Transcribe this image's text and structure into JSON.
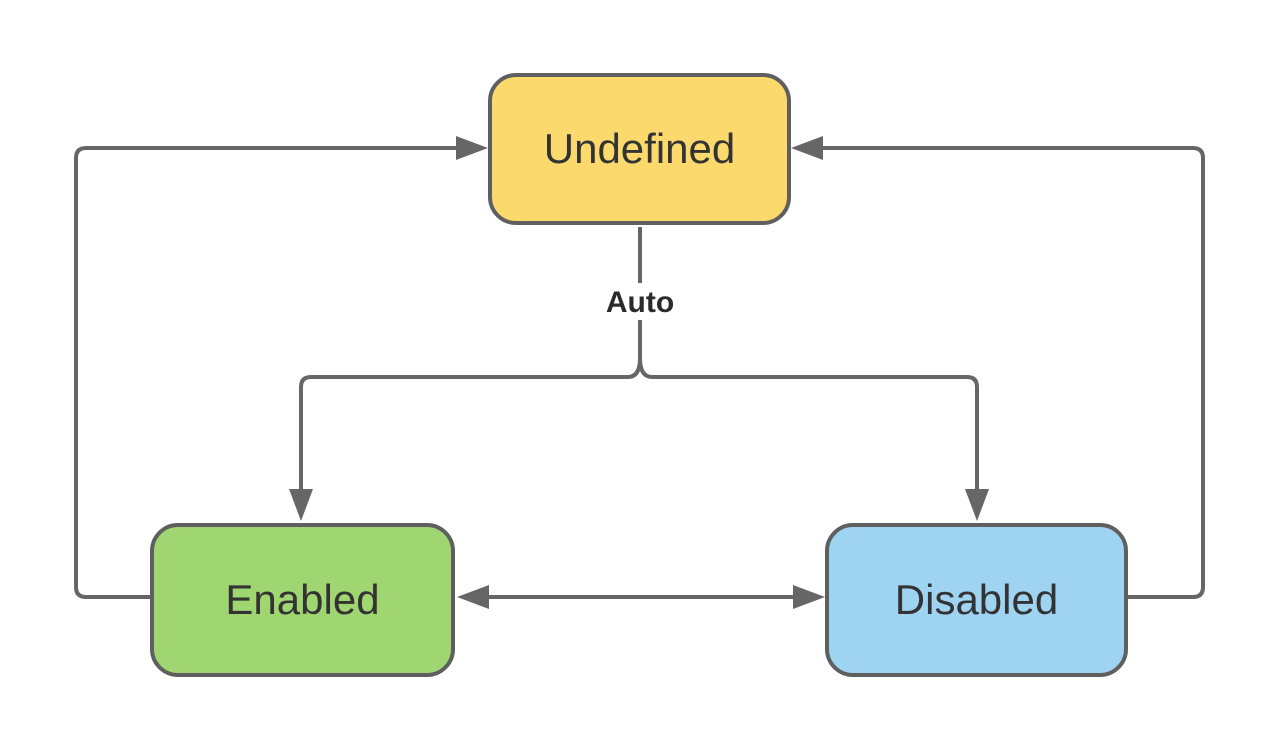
{
  "diagram": {
    "type": "state-diagram",
    "branch_label": "Auto",
    "nodes": [
      {
        "id": "undefined",
        "label": "Undefined",
        "fill": "#fcd96c",
        "position": "top-center"
      },
      {
        "id": "enabled",
        "label": "Enabled",
        "fill": "#a0d671",
        "position": "bottom-left"
      },
      {
        "id": "disabled",
        "label": "Disabled",
        "fill": "#9fd3f2",
        "position": "bottom-right"
      }
    ],
    "edges": [
      {
        "from": "undefined",
        "to": "enabled",
        "label": "Auto",
        "style": "branch-down"
      },
      {
        "from": "undefined",
        "to": "disabled",
        "label": "Auto",
        "style": "branch-down"
      },
      {
        "from": "enabled",
        "to": "undefined",
        "label": "",
        "style": "left-loop-up"
      },
      {
        "from": "disabled",
        "to": "undefined",
        "label": "",
        "style": "right-loop-up"
      },
      {
        "from": "enabled",
        "to": "disabled",
        "label": "",
        "style": "double-headed"
      }
    ],
    "colors": {
      "background": "#ffffff",
      "stroke": "#666666",
      "node_border": "#5f5f5f",
      "text": "#333333",
      "label_text": "#2b2b2b",
      "node_undefined_fill": "#fcd96c",
      "node_enabled_fill": "#a0d671",
      "node_disabled_fill": "#9fd3f2"
    }
  }
}
